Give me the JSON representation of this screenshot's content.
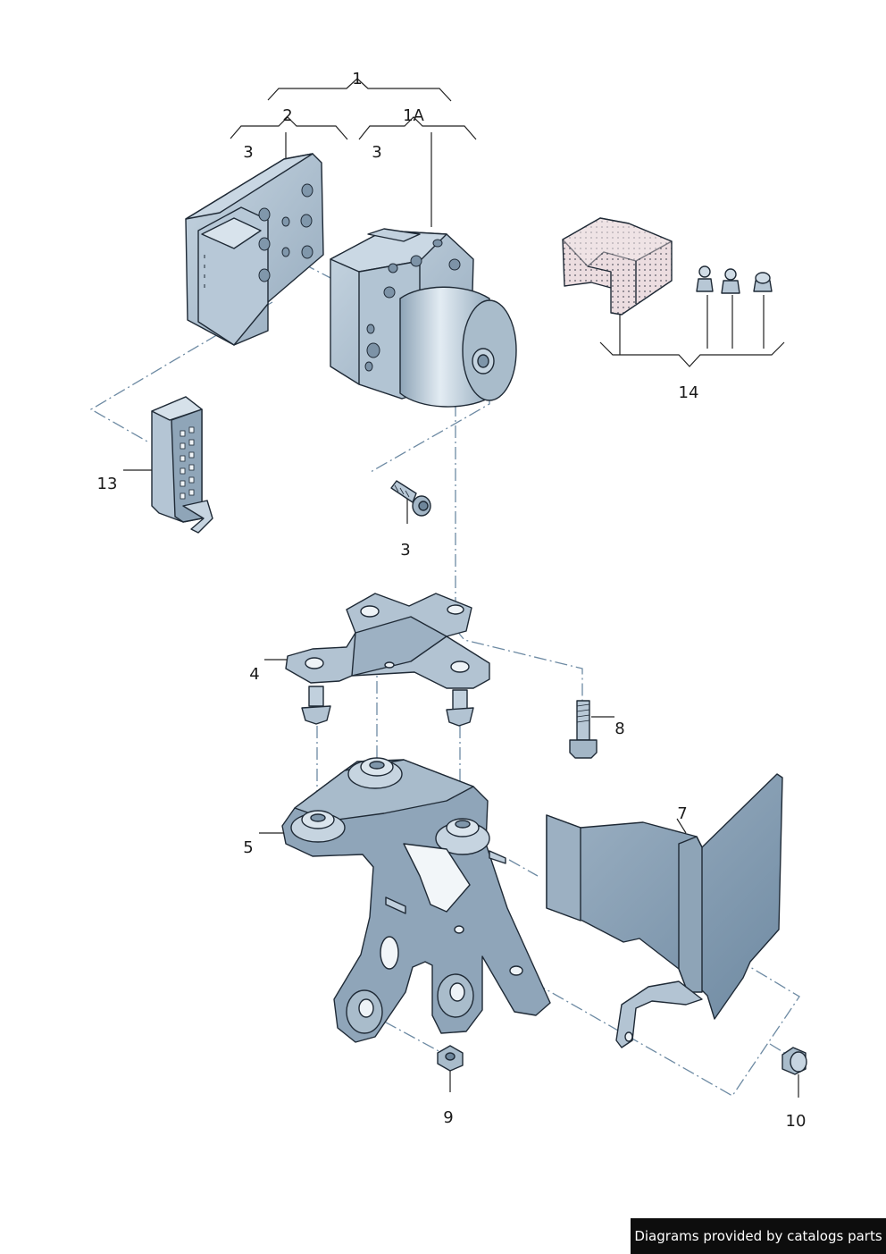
{
  "callouts": {
    "c1": "1",
    "c1a": "1A",
    "c2": "2",
    "c3a": "3",
    "c3b": "3",
    "c3c": "3",
    "c4": "4",
    "c5": "5",
    "c7": "7",
    "c8": "8",
    "c9": "9",
    "c10": "10",
    "c13": "13",
    "c14": "14"
  },
  "footer": {
    "text": "Diagrams provided by catalogs parts"
  },
  "colors": {
    "metal": "#a9bccb",
    "metal_dark": "#7f96aa",
    "metal_light": "#d4e0ea",
    "bracket": "#8aa0b4",
    "shield": "#7d96ac",
    "foam": "#e8d9dc",
    "outline": "#1f2a36",
    "dash": "#6d8aa3"
  }
}
